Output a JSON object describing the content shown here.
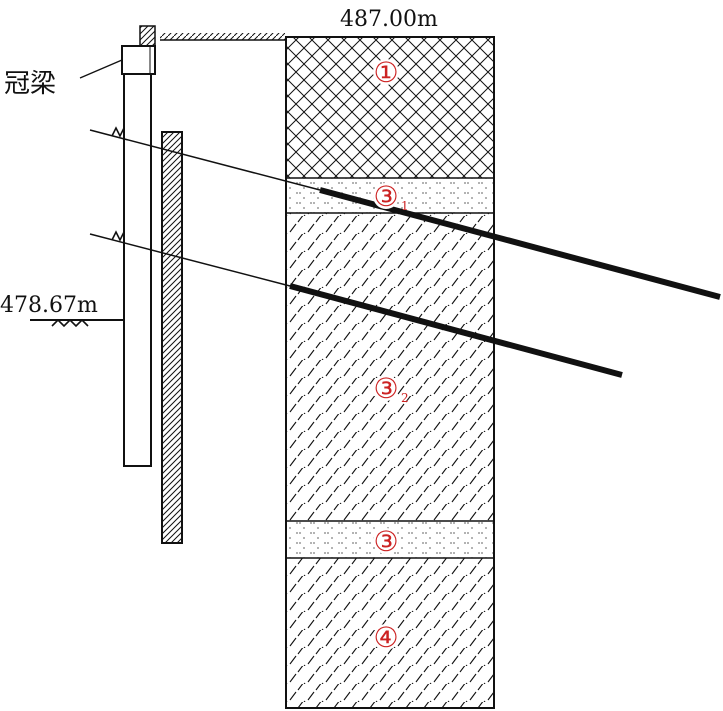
{
  "elevations": {
    "top": "487.00m",
    "excavation": "478.67m"
  },
  "annotations": {
    "crown_beam": "冠梁"
  },
  "layers": [
    {
      "id": "1",
      "label": "①",
      "pattern": "crosshatch"
    },
    {
      "id": "3-1",
      "label": "③",
      "sub": "1",
      "pattern": "dots"
    },
    {
      "id": "3-2",
      "label": "③",
      "sub": "2",
      "pattern": "dash-diagonal"
    },
    {
      "id": "3",
      "label": "③",
      "sub": "",
      "pattern": "dots"
    },
    {
      "id": "4",
      "label": "④",
      "sub": "",
      "pattern": "dash-diagonal"
    }
  ],
  "colors": {
    "line": "#111111",
    "layer_label": "#cc2222"
  }
}
